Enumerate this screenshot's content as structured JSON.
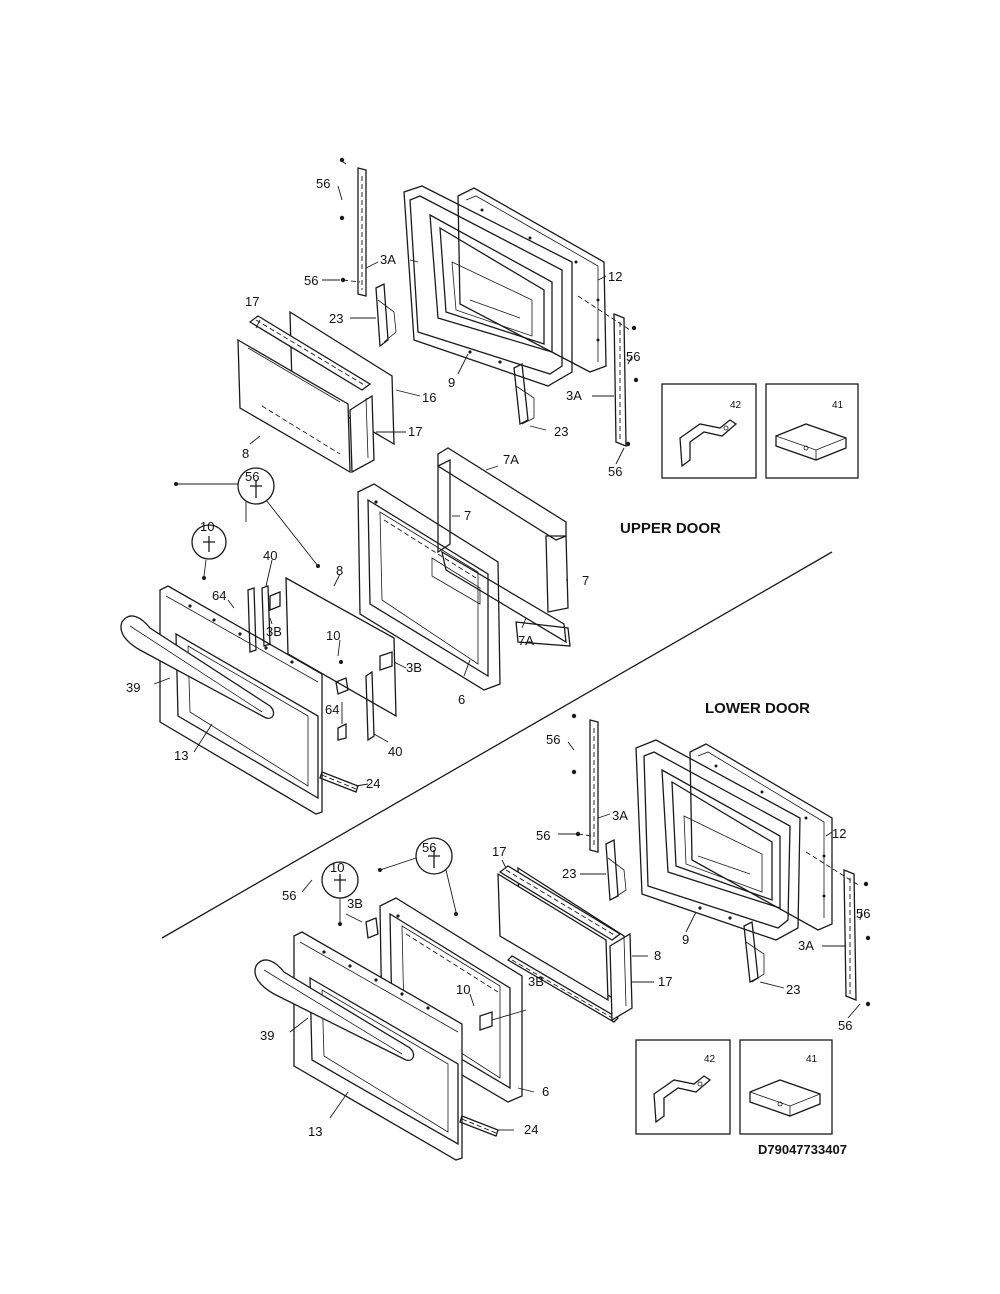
{
  "sections": {
    "upper": "UPPER DOOR",
    "lower": "LOWER DOOR"
  },
  "drawing_code": "D79047733407",
  "parts": {
    "p3A": "3A",
    "p3B": "3B",
    "p6": "6",
    "p7": "7",
    "p7A": "7A",
    "p8": "8",
    "p9": "9",
    "p10": "10",
    "p12": "12",
    "p13": "13",
    "p16": "16",
    "p17": "17",
    "p23": "23",
    "p24": "24",
    "p39": "39",
    "p40": "40",
    "p41": "41",
    "p42": "42",
    "p56": "56",
    "p64": "64"
  }
}
